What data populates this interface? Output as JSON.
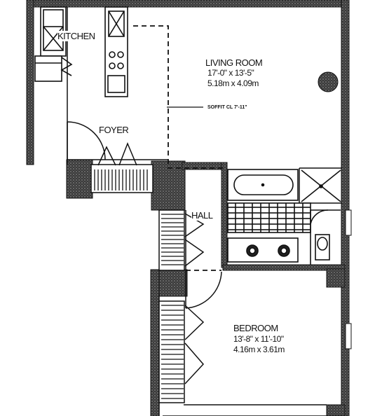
{
  "rooms": {
    "kitchen": {
      "name": "KITCHEN"
    },
    "living_room": {
      "name": "LIVING ROOM",
      "dim_imperial": "17'-0\" x 13'-5\"",
      "dim_metric": "5.18m x 4.09m"
    },
    "foyer": {
      "name": "FOYER"
    },
    "hall": {
      "name": "HALL"
    },
    "bedroom": {
      "name": "BEDROOM",
      "dim_imperial": "13'-8\" x 11'-10\"",
      "dim_metric": "4.16m x 3.61m"
    }
  },
  "annotations": {
    "soffit": "SOFFIT CL 7'-11\""
  },
  "colors": {
    "wall": "#2a2a2a",
    "line": "#111111",
    "background": "#ffffff"
  }
}
